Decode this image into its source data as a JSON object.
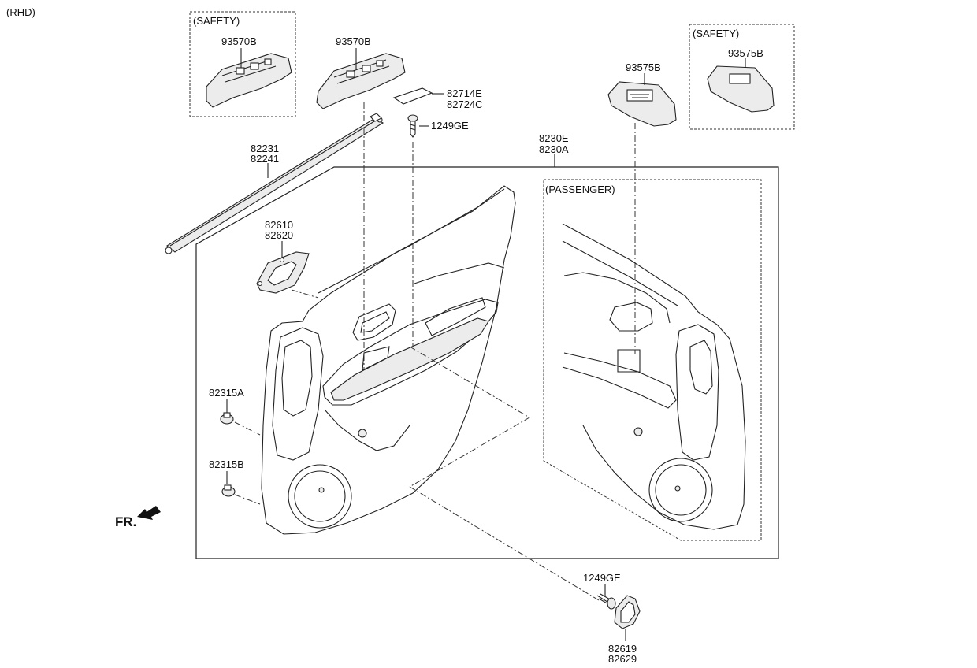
{
  "header": {
    "variant": "(RHD)"
  },
  "boxes": {
    "safety_left": "(SAFETY)",
    "safety_right": "(SAFETY)",
    "passenger": "(PASSENGER)"
  },
  "labels": {
    "switch_safety_left": "93570B",
    "switch_main": "93570B",
    "pad_a": "82714E",
    "pad_b": "82724C",
    "screw_top": "1249GE",
    "trim_a": "8230E",
    "trim_b": "8230A",
    "switch_passenger": "93575B",
    "switch_safety_right": "93575B",
    "weatherstrip_a": "82231",
    "weatherstrip_b": "82241",
    "handle_a": "82610",
    "handle_b": "82620",
    "clip_a": "82315A",
    "clip_b": "82315B",
    "screw_bottom": "1249GE",
    "cover_a": "82619",
    "cover_b": "82629"
  },
  "direction": {
    "text": "FR."
  }
}
